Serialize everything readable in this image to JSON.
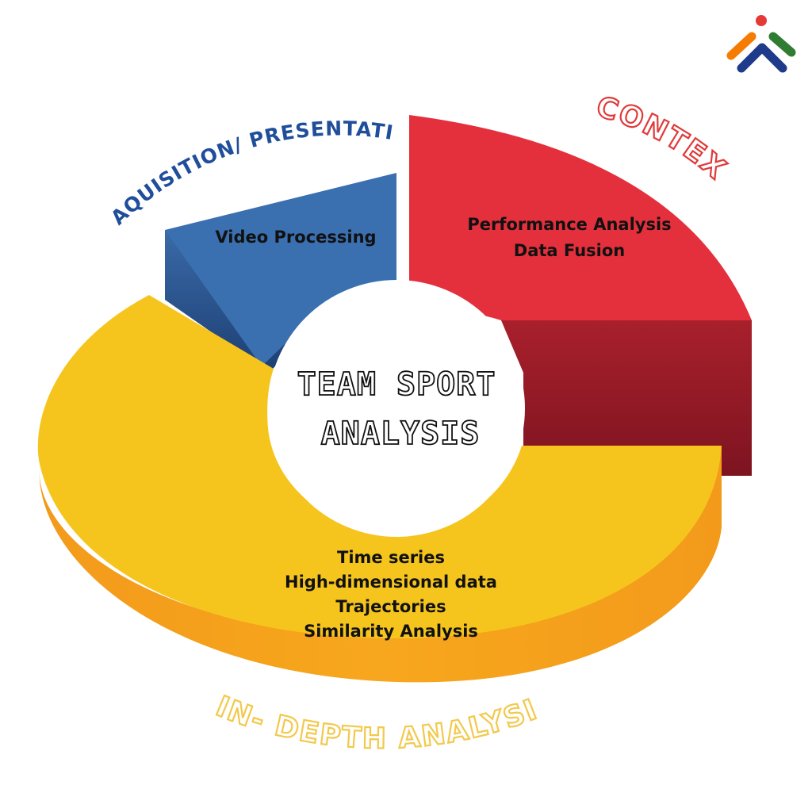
{
  "center": {
    "line1": "TEAM SPORT",
    "line2": "ANALYSIS"
  },
  "segments": {
    "acquisition": {
      "label": "AQUISITION/ PRESENTATION",
      "items": [
        "Video Processing"
      ],
      "color": "#3a6fb0"
    },
    "context": {
      "label": "CONTEXT",
      "items": [
        "Performance Analysis",
        "Data Fusion"
      ],
      "color": "#e3303c"
    },
    "in_depth": {
      "label": "IN- DEPTH ANALYSIS",
      "items": [
        "Time series",
        "High-dimensional data",
        "Trajectories",
        "Similarity Analysis"
      ],
      "color": "#f5c51e"
    }
  },
  "logo": {
    "icon": "chevron-people-logo",
    "colors": [
      "#e53935",
      "#f57c00",
      "#2e7d32",
      "#1e3a8a"
    ]
  }
}
